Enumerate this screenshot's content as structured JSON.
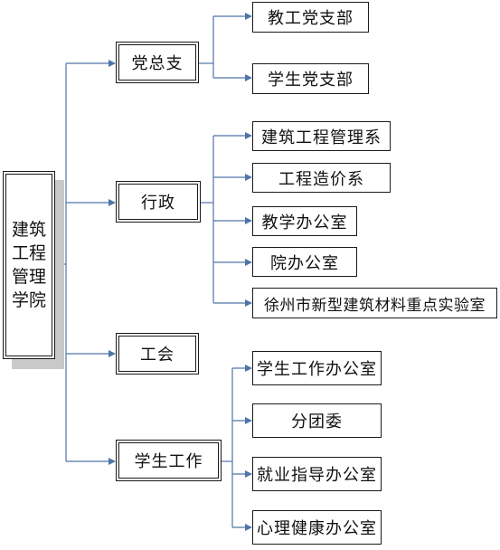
{
  "root": {
    "label": "建筑工程管理学院"
  },
  "mid": [
    {
      "label": "党总支"
    },
    {
      "label": "行政"
    },
    {
      "label": "工会"
    },
    {
      "label": "学生工作"
    }
  ],
  "leaves": {
    "party": [
      "教工党支部",
      "学生党支部"
    ],
    "admin": [
      "建筑工程管理系",
      "工程造价系",
      "教学办公室",
      "院办公室",
      "徐州市新型建筑材料重点实验室"
    ],
    "student": [
      "学生工作办公室",
      "分团委",
      "就业指导办公室",
      "心理健康办公室"
    ]
  },
  "colors": {
    "connector": "#4f74a8",
    "border": "#1a1a1a",
    "shadow": "#c9c9c9"
  }
}
